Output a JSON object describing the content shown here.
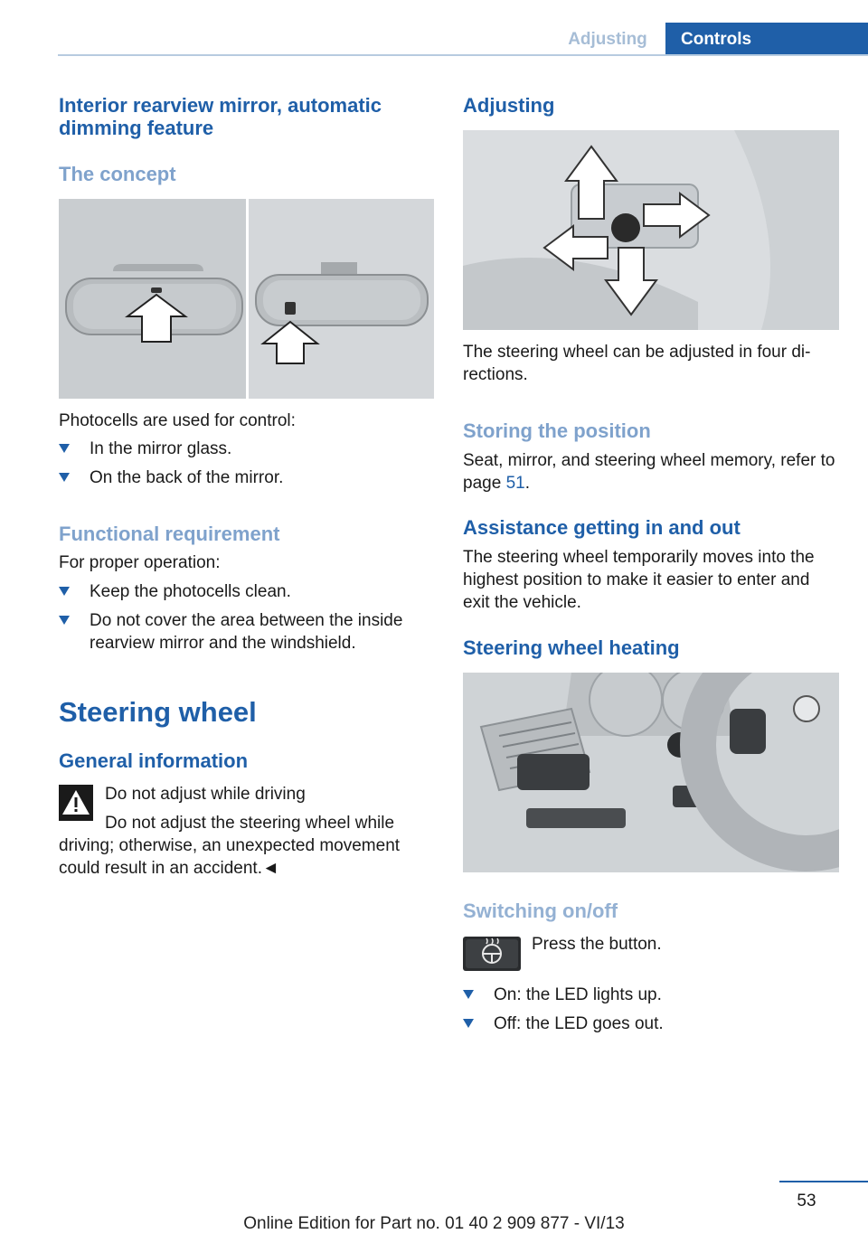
{
  "header": {
    "section": "Adjusting",
    "chapter": "Controls"
  },
  "left": {
    "mirror_heading": "Interior rearview mirror, automatic dimming feature",
    "concept_heading": "The concept",
    "photocells_text": "Photocells are used for control:",
    "photocells_items": [
      "In the mirror glass.",
      "On the back of the mirror."
    ],
    "func_heading": "Functional requirement",
    "func_text": "For proper operation:",
    "func_items": [
      "Keep the photocells clean.",
      "Do not cover the area between the inside rearview mirror and the windshield."
    ],
    "steering_heading": "Steering wheel",
    "general_heading": "General information",
    "warning_title": "Do not adjust while driving",
    "warning_text": "Do not adjust the steering wheel while driving; otherwise, an unexpected movement could result in an accident.◄"
  },
  "right": {
    "adjusting_heading": "Adjusting",
    "adjusting_text": "The steering wheel can be adjusted in four di-rections.",
    "storing_heading": "Storing the position",
    "storing_text": "Seat, mirror, and steering wheel memory, refer to page",
    "storing_page": "51",
    "storing_end": ".",
    "assist_heading": "Assistance getting in and out",
    "assist_text": "The steering wheel temporarily moves into the highest position to make it easier to enter and exit the vehicle.",
    "heating_heading": "Steering wheel heating",
    "switch_heading": "Switching on/off",
    "switch_text": "Press the button.",
    "switch_items": [
      "On: the LED lights up.",
      "Off: the LED goes out."
    ]
  },
  "footer": {
    "page_number": "53",
    "edition": "Online Edition for Part no. 01 40 2 909 877 - VI/13"
  },
  "colors": {
    "accent": "#1f5fa8",
    "subheading": "#7fa2cc"
  }
}
